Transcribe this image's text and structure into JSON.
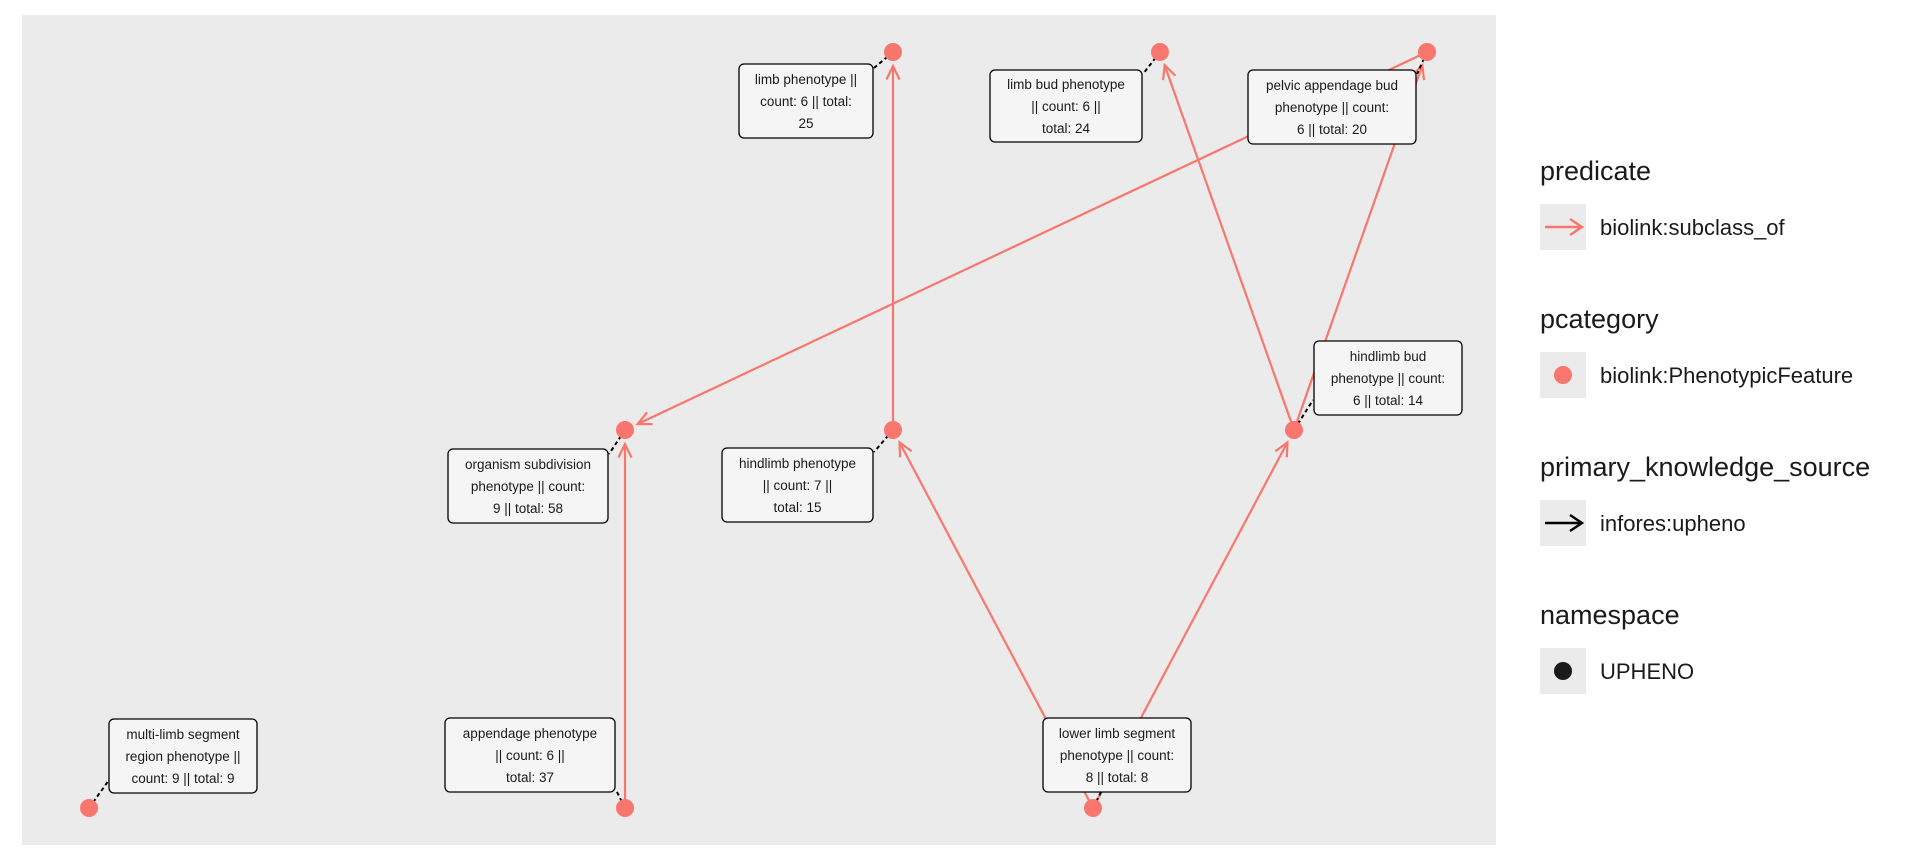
{
  "colors": {
    "panel_background": "#ebebeb",
    "edge_color": "#f8766d",
    "node_color": "#f8766d",
    "label_link_color": "#000000",
    "label_box_fill": "#f5f5f5",
    "label_box_border": "#000000",
    "legend_key_background": "#ebebeb"
  },
  "nodes": [
    {
      "id": "limb",
      "label_lines": [
        "limb phenotype ||",
        "count: 6 || total:",
        "25"
      ]
    },
    {
      "id": "limb_bud",
      "label_lines": [
        "limb bud phenotype",
        "|| count: 6 ||",
        "total: 24"
      ]
    },
    {
      "id": "pelvic",
      "label_lines": [
        "pelvic appendage bud",
        "phenotype || count:",
        "6 || total: 20"
      ]
    },
    {
      "id": "hindlimb_bud",
      "label_lines": [
        "hindlimb bud",
        "phenotype || count:",
        "6 || total: 14"
      ]
    },
    {
      "id": "organism",
      "label_lines": [
        "organism subdivision",
        "phenotype || count:",
        "9 || total: 58"
      ]
    },
    {
      "id": "hindlimb",
      "label_lines": [
        "hindlimb phenotype",
        "|| count: 7 ||",
        "total: 15"
      ]
    },
    {
      "id": "multi",
      "label_lines": [
        "multi-limb segment",
        "region phenotype ||",
        "count: 9 || total: 9"
      ]
    },
    {
      "id": "appendage",
      "label_lines": [
        "appendage phenotype",
        "|| count: 6 ||",
        "total: 37"
      ]
    },
    {
      "id": "lower",
      "label_lines": [
        "lower limb segment",
        "phenotype || count:",
        "8 || total: 8"
      ]
    }
  ],
  "edges": [
    {
      "from": "hindlimb",
      "to": "limb",
      "predicate": "biolink:subclass_of"
    },
    {
      "from": "hindlimb_bud",
      "to": "limb_bud",
      "predicate": "biolink:subclass_of"
    },
    {
      "from": "hindlimb_bud",
      "to": "pelvic",
      "predicate": "biolink:subclass_of"
    },
    {
      "from": "pelvic",
      "to": "organism",
      "predicate": "biolink:subclass_of"
    },
    {
      "from": "appendage",
      "to": "organism",
      "predicate": "biolink:subclass_of"
    },
    {
      "from": "lower",
      "to": "hindlimb",
      "predicate": "biolink:subclass_of"
    },
    {
      "from": "lower",
      "to": "hindlimb_bud",
      "predicate": "biolink:subclass_of"
    }
  ],
  "legend": [
    {
      "title": "predicate",
      "key": "edge-arrow",
      "label": "biolink:subclass_of"
    },
    {
      "title": "pcategory",
      "key": "node-point",
      "label": "biolink:PhenotypicFeature"
    },
    {
      "title": "primary_knowledge_source",
      "key": "black-arrow",
      "label": "infores:upheno"
    },
    {
      "title": "namespace",
      "key": "black-point",
      "label": "UPHENO"
    }
  ]
}
